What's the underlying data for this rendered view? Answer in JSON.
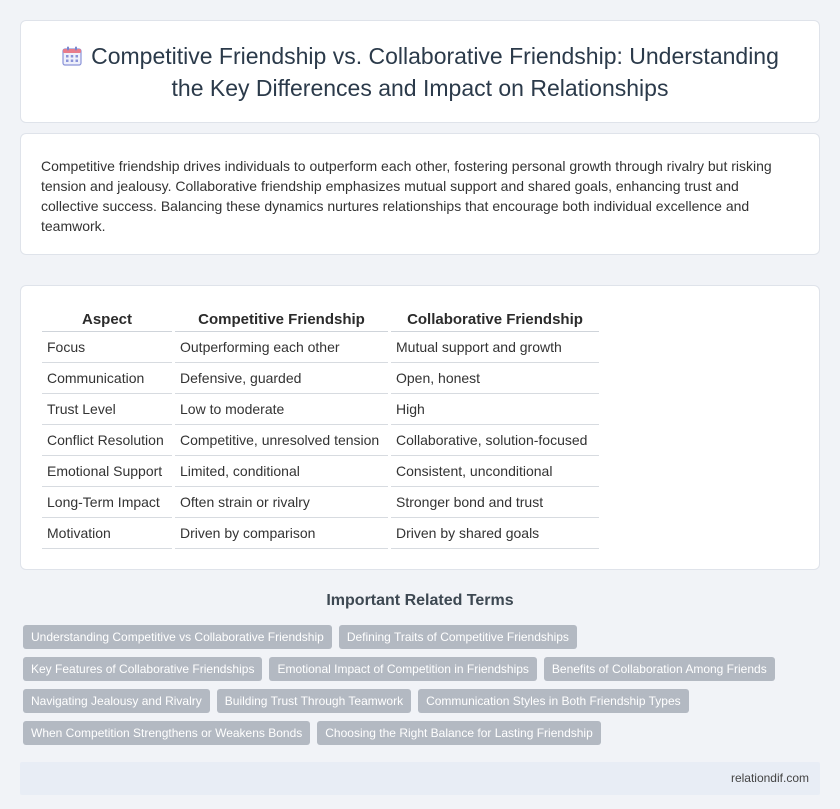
{
  "header": {
    "title": "Competitive Friendship vs. Collaborative Friendship: Understanding the Key Differences and Impact on Relationships",
    "icon": "calendar-icon"
  },
  "intro": "Competitive friendship drives individuals to outperform each other, fostering personal growth through rivalry but risking tension and jealousy. Collaborative friendship emphasizes mutual support and shared goals, enhancing trust and collective success. Balancing these dynamics nurtures relationships that encourage both individual excellence and teamwork.",
  "table": {
    "headers": [
      "Aspect",
      "Competitive Friendship",
      "Collaborative Friendship"
    ],
    "rows": [
      [
        "Focus",
        "Outperforming each other",
        "Mutual support and growth"
      ],
      [
        "Communication",
        "Defensive, guarded",
        "Open, honest"
      ],
      [
        "Trust Level",
        "Low to moderate",
        "High"
      ],
      [
        "Conflict Resolution",
        "Competitive, unresolved tension",
        "Collaborative, solution-focused"
      ],
      [
        "Emotional Support",
        "Limited, conditional",
        "Consistent, unconditional"
      ],
      [
        "Long-Term Impact",
        "Often strain or rivalry",
        "Stronger bond and trust"
      ],
      [
        "Motivation",
        "Driven by comparison",
        "Driven by shared goals"
      ]
    ]
  },
  "related": {
    "title": "Important Related Terms",
    "tags": [
      "Understanding Competitive vs Collaborative Friendship",
      "Defining Traits of Competitive Friendships",
      "Key Features of Collaborative Friendships",
      "Emotional Impact of Competition in Friendships",
      "Benefits of Collaboration Among Friends",
      "Navigating Jealousy and Rivalry",
      "Building Trust Through Teamwork",
      "Communication Styles in Both Friendship Types",
      "When Competition Strengthens or Weakens Bonds",
      "Choosing the Right Balance for Lasting Friendship"
    ]
  },
  "footer": {
    "site": "relationdif.com"
  },
  "colors": {
    "tag_bg": "#b3b9c2",
    "footer_bg": "#e8edf5",
    "page_bg": "#f1f3f7"
  }
}
